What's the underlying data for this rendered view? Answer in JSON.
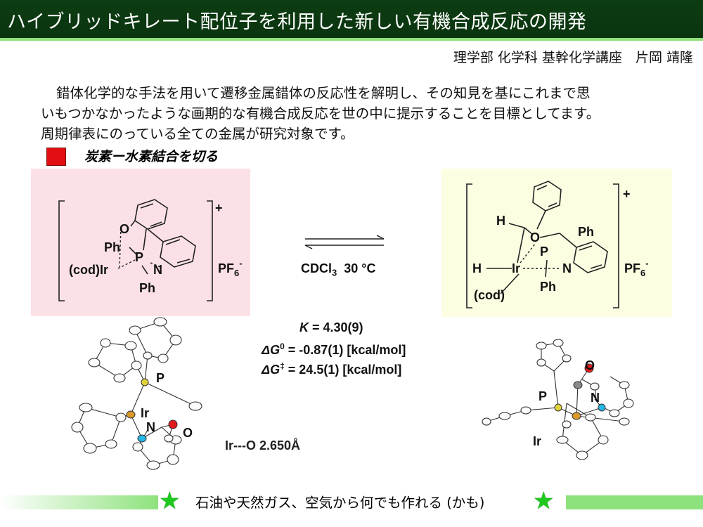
{
  "header": {
    "title": "ハイブリッドキレート配位子を利用した新しい有機合成反応の開発"
  },
  "affiliation": "理学部 化学科 基幹化学講座　片岡 靖隆",
  "intro": [
    "錯体化学的な手法を用いて遷移金属錯体の反応性を解明し、その知見を基にこれまで思",
    "いもつかなかったような画期的な有機合成反応を世の中に提示することを目標としてます。",
    "周期律表にのっている全ての金属が研究対象です。"
  ],
  "section": {
    "title": "炭素ー水素結合を切る",
    "marker_color": "#e20e13"
  },
  "left_complex": {
    "charge": "+",
    "O": "O",
    "P": "P",
    "Ph_top": "Ph",
    "Ph_bottom": "Ph",
    "N": "N",
    "metal": "(cod)Ir",
    "counter_ion": "PF",
    "counter_sub": "6",
    "counter_sup": "-",
    "background": "#fbe1e5"
  },
  "right_complex": {
    "charge": "+",
    "H_top": "H",
    "O": "O",
    "Ph_right": "Ph",
    "P": "P",
    "H_left": "H",
    "Ir": "Ir",
    "N": "N",
    "cod": "(cod)",
    "Ph_bottom": "Ph",
    "counter_ion": "PF",
    "counter_sub": "6",
    "counter_sup": "-",
    "background": "#fdfde2"
  },
  "conditions": {
    "solvent_main": "CDCl",
    "solvent_sub": "3",
    "temperature": "30 °C"
  },
  "thermo": {
    "K_symbol": "K",
    "K_value": " = 4.30(9)",
    "dG0_symbol": "ΔG",
    "dG0_sup": "0",
    "dG0_value": " = -0.87(1) [kcal/mol]",
    "dGts_symbol": "ΔG",
    "dGts_sup": "‡",
    "dGts_value": "  = 24.5(1) [kcal/mol]"
  },
  "left_ortep": {
    "P": "P",
    "Ir": "Ir",
    "N": "N",
    "O": "O"
  },
  "right_ortep": {
    "O": "O",
    "N": "N",
    "P": "P",
    "Ir": "Ir"
  },
  "distance_label": "Ir---O 2.650Å",
  "footer": {
    "text": "石油や天然ガス、空気から何でも作れる (かも)",
    "star": "★",
    "star_color": "#1ec81e"
  }
}
